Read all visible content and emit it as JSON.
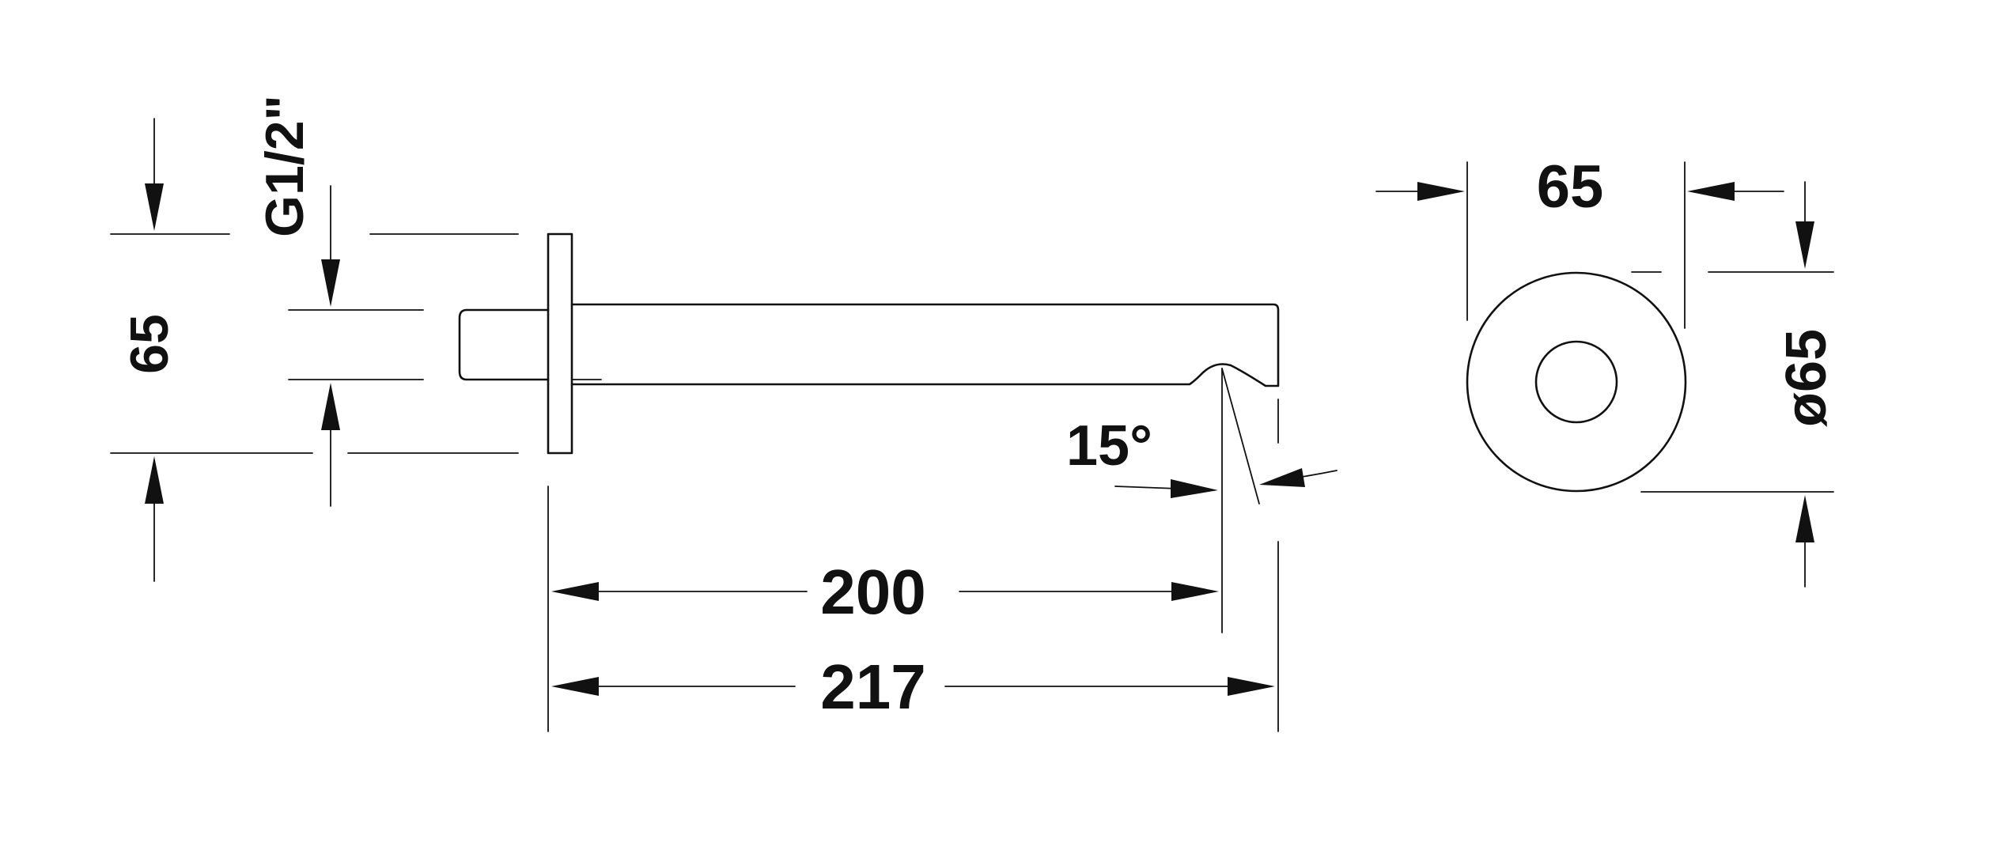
{
  "dimensions": {
    "flange_height": "65",
    "thread": "G1/2\"",
    "spout_angle": "15°",
    "projection_to_outlet": "200",
    "overall_length": "217",
    "rosette_width": "65",
    "rosette_diameter": "ø65"
  },
  "colors": {
    "line": "#111111",
    "background": "#ffffff"
  }
}
